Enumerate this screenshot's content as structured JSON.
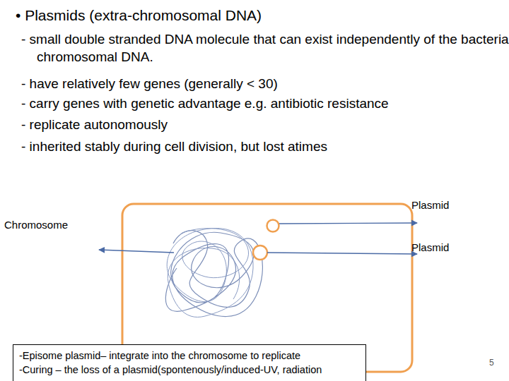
{
  "diagram": {
    "title": "• Plasmids (extra-chromosomal DNA)",
    "nodes": [
      {
        "text": [
          "-Episome plasmid– integrate into the chromosome to replicate",
          "-Curing – the loss of a plasmid(spontenously/induced-UV, radiation"
        ]
      }
    ],
    "labels": [
      "- small double stranded DNA molecule that can exist independently of the bacteria chromosomal DNA.",
      "- have relatively few genes (generally < 30)",
      "- carry genes with genetic advantage e.g. antibiotic resistance",
      "- replicate autonomously",
      "- inherited stably during cell division, but lost atimes",
      "Plasmid",
      "Plasmid",
      "Chromosome",
      "5"
    ]
  }
}
